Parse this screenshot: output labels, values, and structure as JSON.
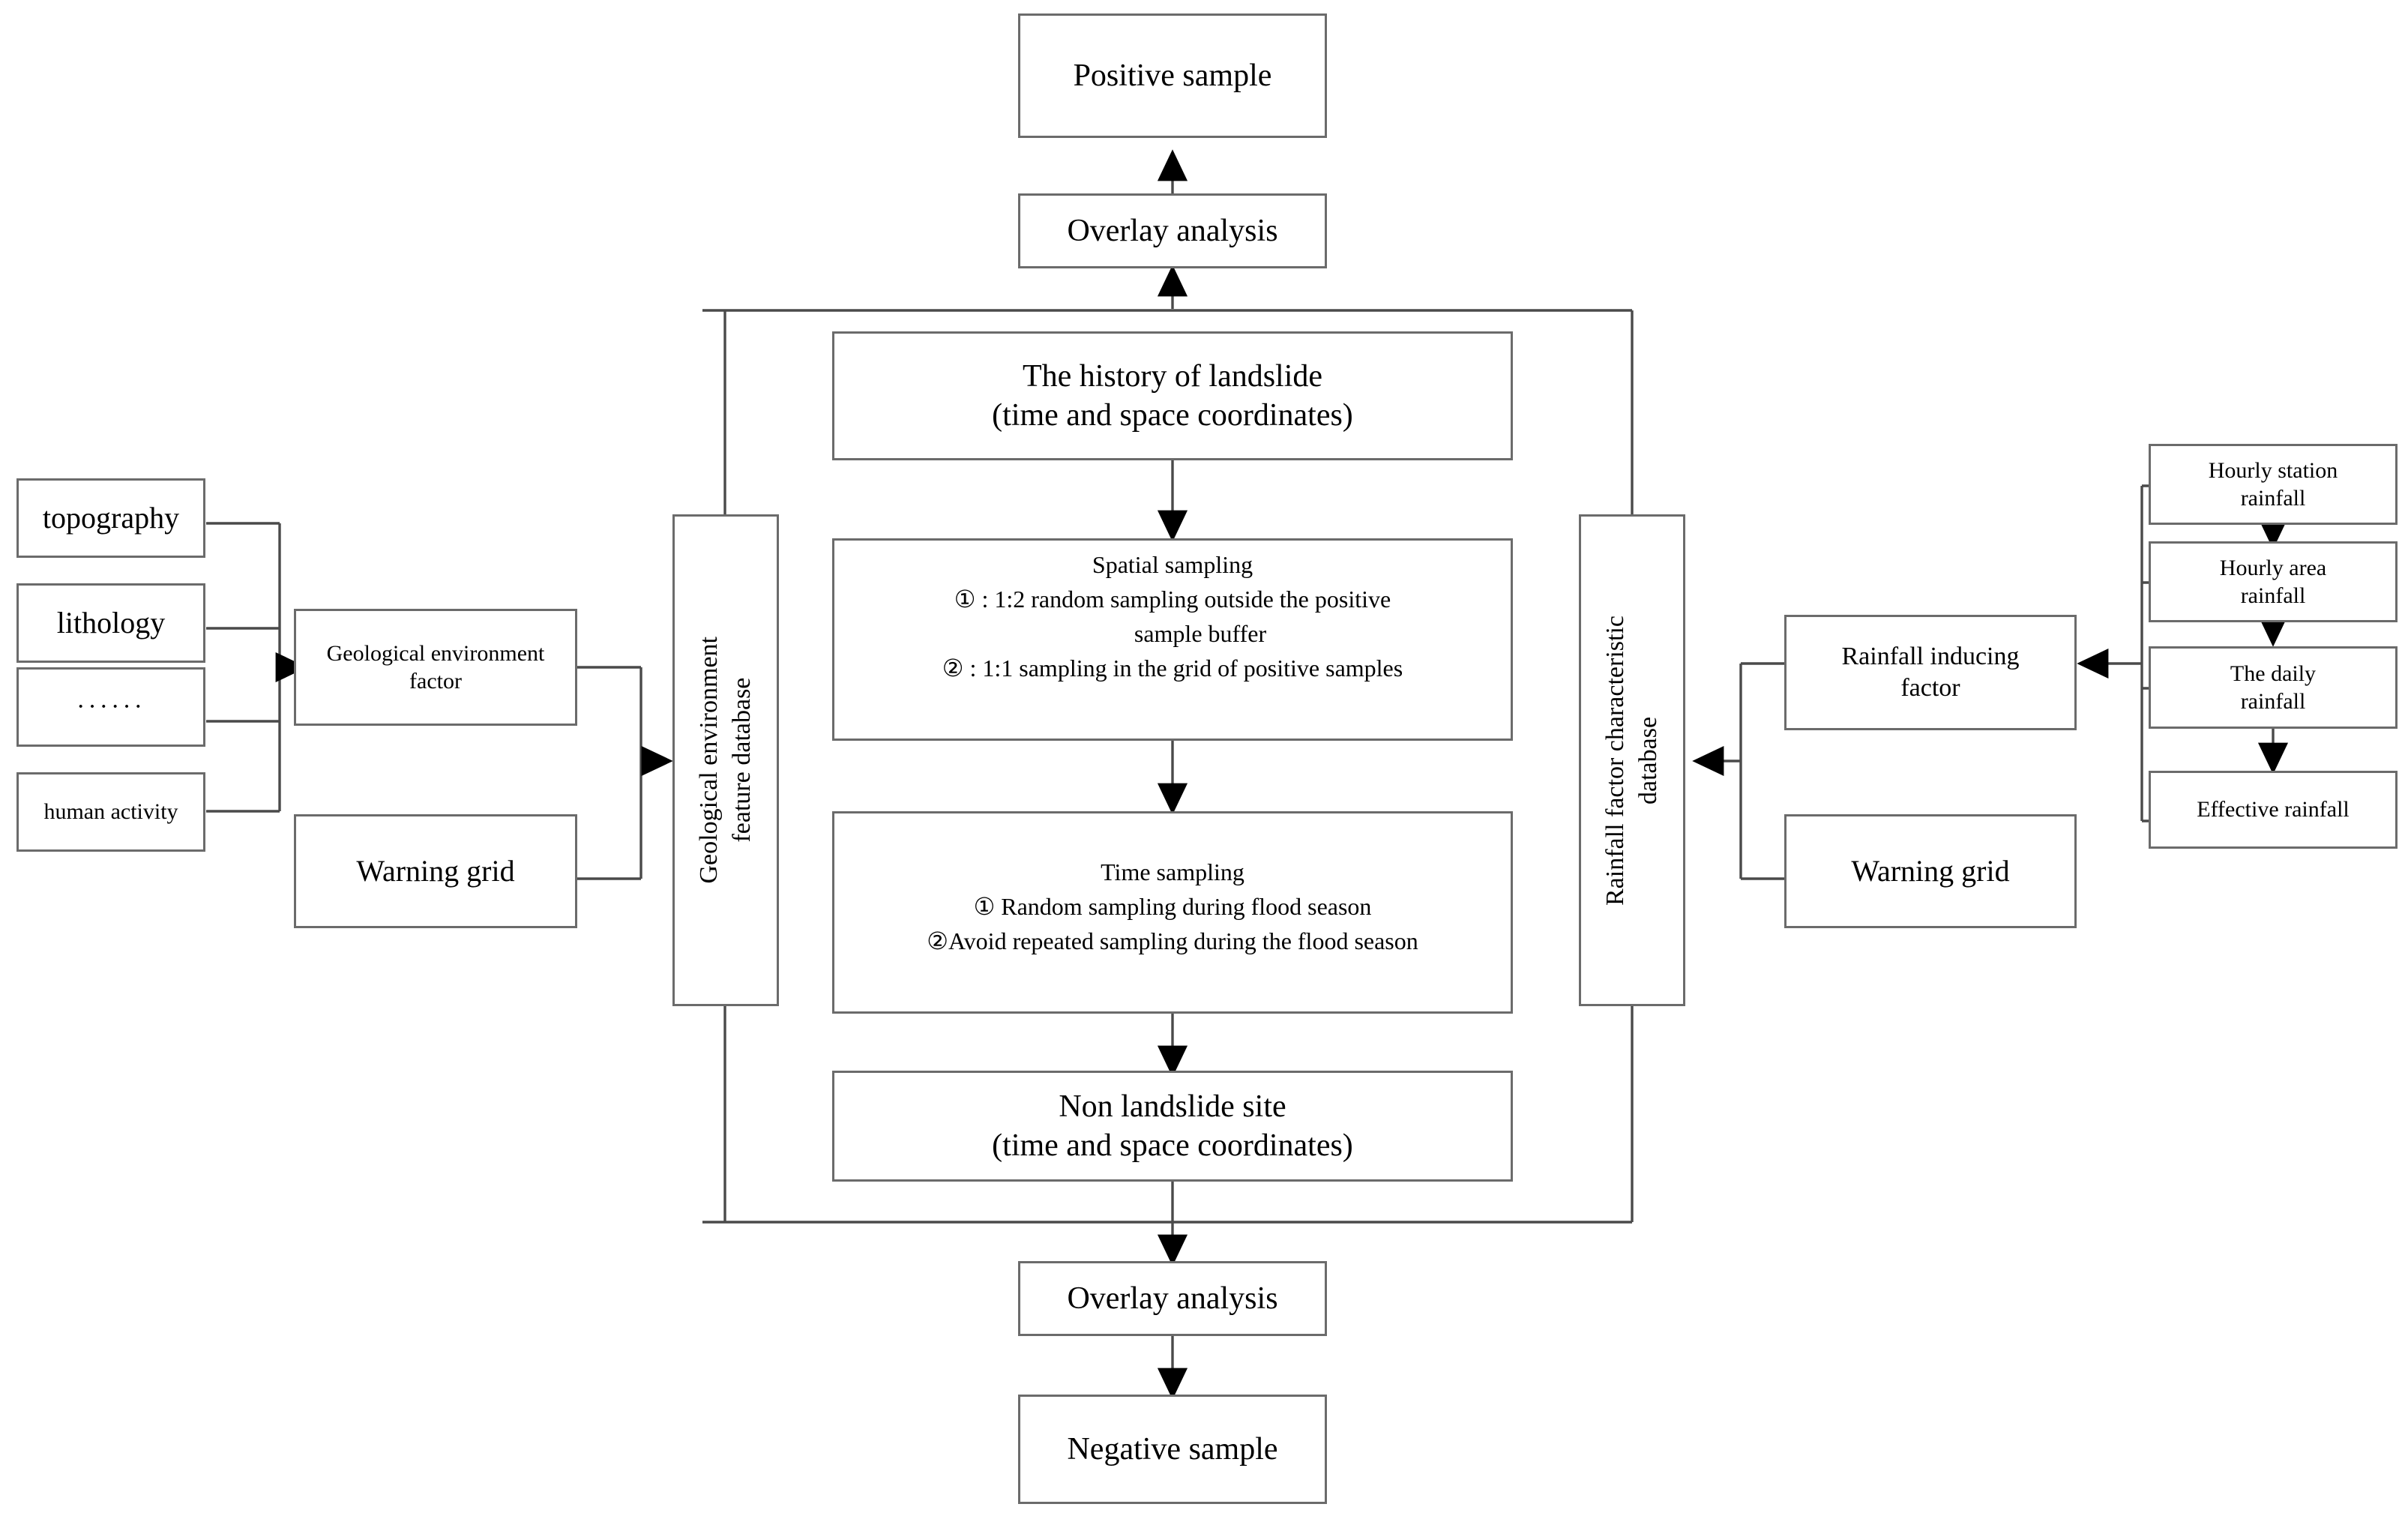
{
  "diagram": {
    "title_domain": "Landslide sample construction flowchart",
    "nodes": {
      "positive_sample": "Positive sample",
      "overlay_top": "Overlay analysis",
      "history": {
        "line1": "The history of landslide",
        "line2": "(time and space coordinates)"
      },
      "spatial_sampling": {
        "title": "Spatial sampling",
        "item1": "① : 1:2 random sampling outside the positive",
        "item1_cont": "sample buffer",
        "item2": "② : 1:1 sampling in the grid of positive samples"
      },
      "time_sampling": {
        "title": "Time sampling",
        "item1": "① Random sampling during flood season",
        "item2": "②Avoid repeated sampling during the flood season"
      },
      "non_landslide": {
        "line1": "Non landslide site",
        "line2": "(time and space coordinates)"
      },
      "overlay_bottom": "Overlay analysis",
      "negative_sample": "Negative sample",
      "geo_env_db": "Geological environment\nfeature database",
      "rain_db": "Rainfall factor characteristic\ndatabase",
      "geo_env_factor": "Geological environment\nfactor",
      "warning_grid_left": "Warning grid",
      "rain_factor": "Rainfall inducing\nfactor",
      "warning_grid_right": "Warning grid"
    },
    "left_sources": [
      {
        "label": "topography"
      },
      {
        "label": "lithology"
      },
      {
        "label": "······"
      },
      {
        "label": "human activity"
      }
    ],
    "right_sources": [
      {
        "line1": "Hourly station",
        "line2": "rainfall"
      },
      {
        "line1": "Hourly area",
        "line2": "rainfall"
      },
      {
        "line1": "The daily",
        "line2": "rainfall"
      },
      {
        "line1": "Effective rainfall",
        "line2": ""
      }
    ],
    "colors": {
      "stroke": "#6b6b6b",
      "arrow": "#000000",
      "background": "#ffffff",
      "text": "#000000"
    }
  }
}
